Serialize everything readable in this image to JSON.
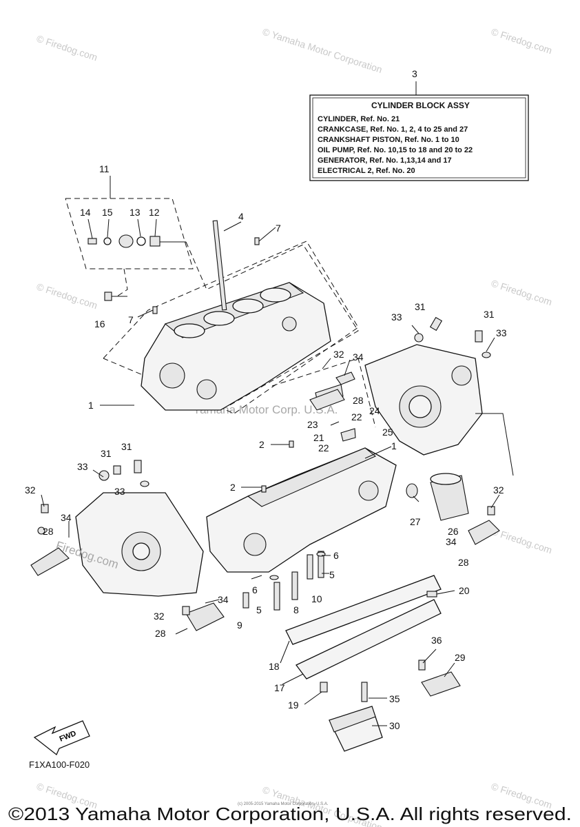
{
  "watermarks": {
    "brand": "© Firedog.com",
    "company": "© Yamaha Motor Corporation",
    "center_stamp": "Yamaha Motor Corp. U.S.A.",
    "diagram_stamp": "Firedog.com"
  },
  "assy_box": {
    "ref": "3",
    "title": "CYLINDER BLOCK ASSY",
    "lines": [
      "CYLINDER, Ref. No. 21",
      "CRANKCASE, Ref. No. 1, 2, 4 to 25 and 27",
      "CRANKSHAFT PISTON, Ref. No. 1 to 10",
      "OIL PUMP,  Ref. No. 10,15 to 18 and 20 to 22",
      "GENERATOR,  Ref. No. 1,13,14 and 17",
      "ELECTRICAL 2, Ref. No. 20"
    ]
  },
  "callouts": [
    "11",
    "14",
    "15",
    "13",
    "12",
    "4",
    "7",
    "16",
    "7",
    "33",
    "31",
    "31",
    "33",
    "32",
    "34",
    "28",
    "23",
    "22",
    "24",
    "21",
    "25",
    "22",
    "1",
    "2",
    "1",
    "31",
    "33",
    "31",
    "33",
    "2",
    "32",
    "34",
    "28",
    "27",
    "26",
    "32",
    "34",
    "28",
    "6",
    "5",
    "6",
    "10",
    "8",
    "5",
    "9",
    "20",
    "34",
    "32",
    "28",
    "36",
    "29",
    "18",
    "17",
    "35",
    "19",
    "30"
  ],
  "fwd_label": "FWD",
  "diagram_code": "F1XA100-F020",
  "fine_print": "(c) 2005-2015 Yamaha Motor Corporation, U.S.A.",
  "copyright": "©2013 Yamaha Motor Corporation, U.S.A. All rights reserved."
}
